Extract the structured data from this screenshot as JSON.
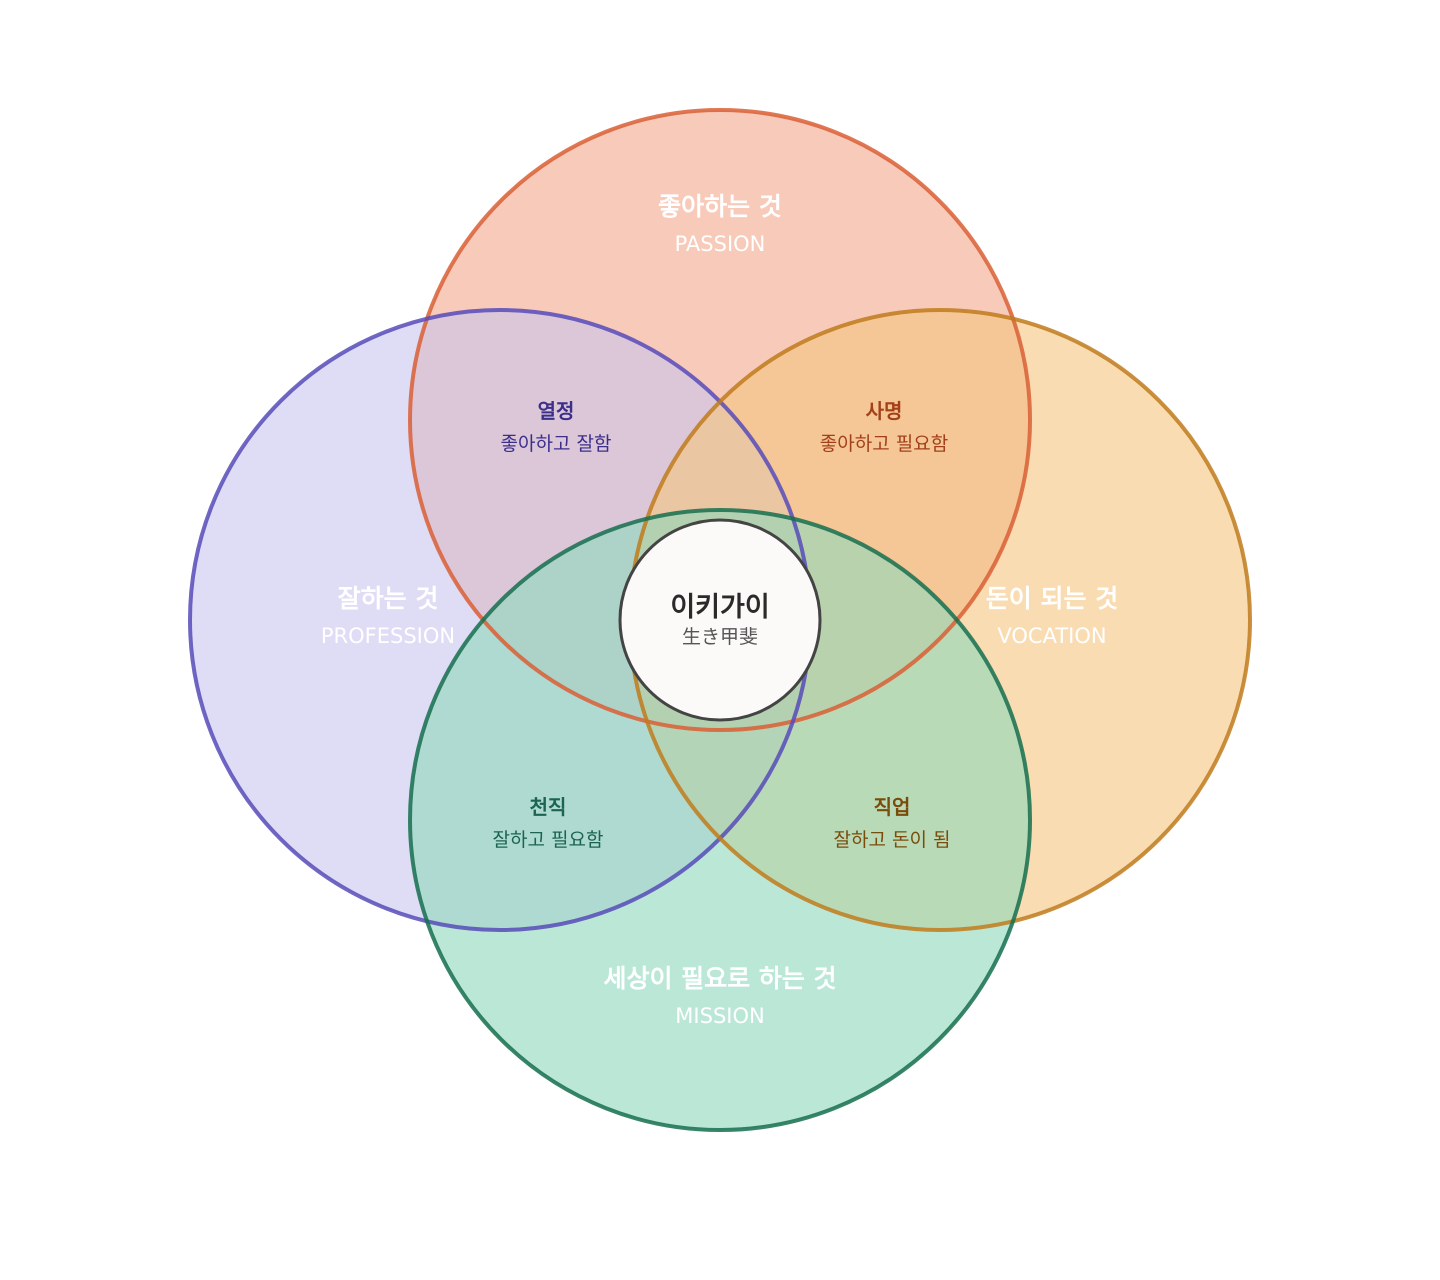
{
  "colors": {
    "passion_fill": "#f3a68c",
    "passion_stroke": "#d95f35",
    "profession_fill": "#c9c5ef",
    "profession_stroke": "#574bb8",
    "vocation_fill": "#f5c57e",
    "vocation_stroke": "#c07b1c",
    "mission_fill": "#8ed8bb",
    "mission_stroke": "#166e4f",
    "center_fill": "#fbfaf8",
    "center_stroke": "#444444",
    "text_passion_profession": "#3b2f8a",
    "text_passion_vocation": "#a3401a",
    "text_profession_mission": "#1c6450",
    "text_vocation_mission": "#7a4c0c"
  },
  "circles": {
    "passion": {
      "title": "좋아하는 것",
      "subtitle": "PASSION"
    },
    "profession": {
      "title": "잘하는 것",
      "subtitle": "PROFESSION"
    },
    "vocation": {
      "title": "돈이 되는 것",
      "subtitle": "VOCATION"
    },
    "mission": {
      "title": "세상이 필요로 하는 것",
      "subtitle": "MISSION"
    }
  },
  "overlaps": {
    "passion_profession": {
      "title": "열정",
      "subtitle": "좋아하고 잘함"
    },
    "passion_vocation": {
      "title": "사명",
      "subtitle": "좋아하고 필요함"
    },
    "profession_mission": {
      "title": "천직",
      "subtitle": "잘하고 필요함"
    },
    "vocation_mission": {
      "title": "직업",
      "subtitle": "잘하고 돈이 됨"
    }
  },
  "center": {
    "title": "이키가이",
    "subtitle": "生き甲斐"
  }
}
